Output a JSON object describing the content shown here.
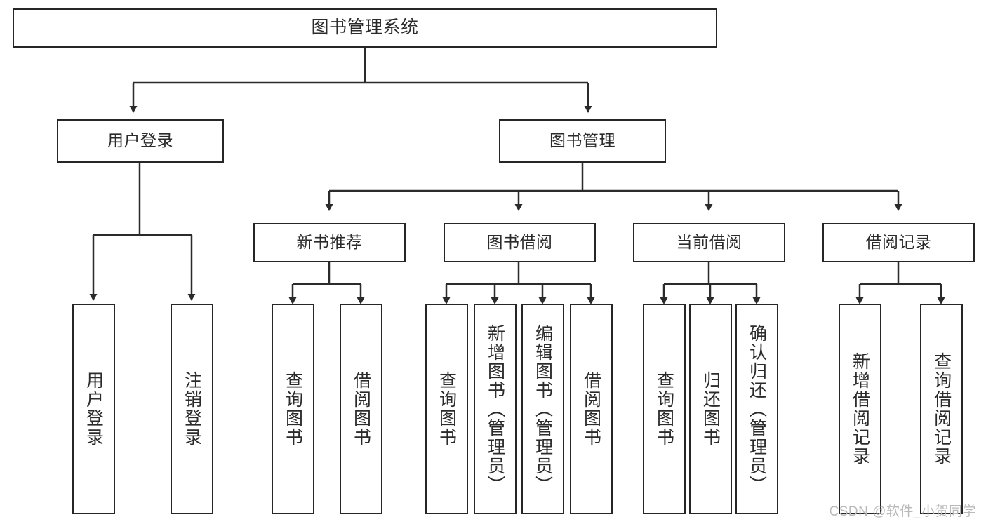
{
  "diagram": {
    "type": "tree-hierarchy",
    "title": "图书管理系统",
    "watermark": "CSDN @软件_小贺同学",
    "colors": {
      "box_border": "#262626",
      "line": "#2b2b2b",
      "background": "#ffffff",
      "text": "#2b2b2b",
      "watermark": "#b9b9b9"
    },
    "nodes": {
      "root": {
        "label": "图书管理系统",
        "level": 1
      },
      "user_login": {
        "label": "用户登录",
        "level": 2
      },
      "book_manage": {
        "label": "图书管理",
        "level": 2
      },
      "new_book_rec": {
        "label": "新书推荐",
        "level": 3
      },
      "book_borrow": {
        "label": "图书借阅",
        "level": 3
      },
      "current_borrow": {
        "label": "当前借阅",
        "level": 3
      },
      "borrow_record": {
        "label": "借阅记录",
        "level": 3
      },
      "leaf_user_login": {
        "label": "用户登录",
        "level": 4
      },
      "leaf_logout": {
        "label": "注销登录",
        "level": 4
      },
      "leaf_query_book_1": {
        "label": "查询图书",
        "level": 4
      },
      "leaf_borrow_book_1": {
        "label": "借阅图书",
        "level": 4
      },
      "leaf_query_book_2": {
        "label": "查询图书",
        "level": 4
      },
      "leaf_add_book": {
        "label": "新增图书（管理员）",
        "level": 4
      },
      "leaf_edit_book": {
        "label": "编辑图书（管理员）",
        "level": 4
      },
      "leaf_borrow_book_2": {
        "label": "借阅图书",
        "level": 4
      },
      "leaf_query_book_3": {
        "label": "查询图书",
        "level": 4
      },
      "leaf_return_book": {
        "label": "归还图书",
        "level": 4
      },
      "leaf_confirm_return": {
        "label": "确认归还（管理员）",
        "level": 4
      },
      "leaf_add_record": {
        "label": "新增借阅记录",
        "level": 4
      },
      "leaf_query_record": {
        "label": "查询借阅记录",
        "level": 4
      }
    },
    "edges": [
      {
        "from": "root",
        "to": "user_login"
      },
      {
        "from": "root",
        "to": "book_manage"
      },
      {
        "from": "user_login",
        "to": "leaf_user_login"
      },
      {
        "from": "user_login",
        "to": "leaf_logout"
      },
      {
        "from": "book_manage",
        "to": "new_book_rec"
      },
      {
        "from": "book_manage",
        "to": "book_borrow"
      },
      {
        "from": "book_manage",
        "to": "current_borrow"
      },
      {
        "from": "book_manage",
        "to": "borrow_record"
      },
      {
        "from": "new_book_rec",
        "to": "leaf_query_book_1"
      },
      {
        "from": "new_book_rec",
        "to": "leaf_borrow_book_1"
      },
      {
        "from": "book_borrow",
        "to": "leaf_query_book_2"
      },
      {
        "from": "book_borrow",
        "to": "leaf_add_book"
      },
      {
        "from": "book_borrow",
        "to": "leaf_edit_book"
      },
      {
        "from": "book_borrow",
        "to": "leaf_borrow_book_2"
      },
      {
        "from": "current_borrow",
        "to": "leaf_query_book_3"
      },
      {
        "from": "current_borrow",
        "to": "leaf_return_book"
      },
      {
        "from": "current_borrow",
        "to": "leaf_confirm_return"
      },
      {
        "from": "borrow_record",
        "to": "leaf_add_record"
      },
      {
        "from": "borrow_record",
        "to": "leaf_query_record"
      }
    ]
  }
}
